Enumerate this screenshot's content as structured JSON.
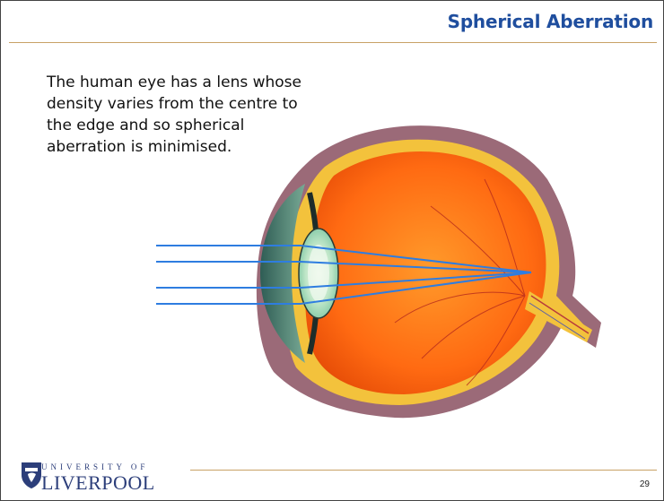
{
  "slide": {
    "title": "Spherical Aberration",
    "body_text": "The human eye has a lens whose density varies from the centre to the edge and so spherical aberration is minimised.",
    "page_number": "29"
  },
  "logo": {
    "top_text": "UNIVERSITY OF",
    "main_text": "LIVERPOOL"
  },
  "colors": {
    "title": "#1f4e9e",
    "rule": "#c8a266",
    "light_rays": "#2e7de0",
    "retina": "#ff7a1a",
    "sclera": "#9b6a78",
    "choroid": "#f3c23c"
  },
  "icons": {
    "logo_crest": "university-crest-icon",
    "eye": "eye-cross-section-icon"
  }
}
